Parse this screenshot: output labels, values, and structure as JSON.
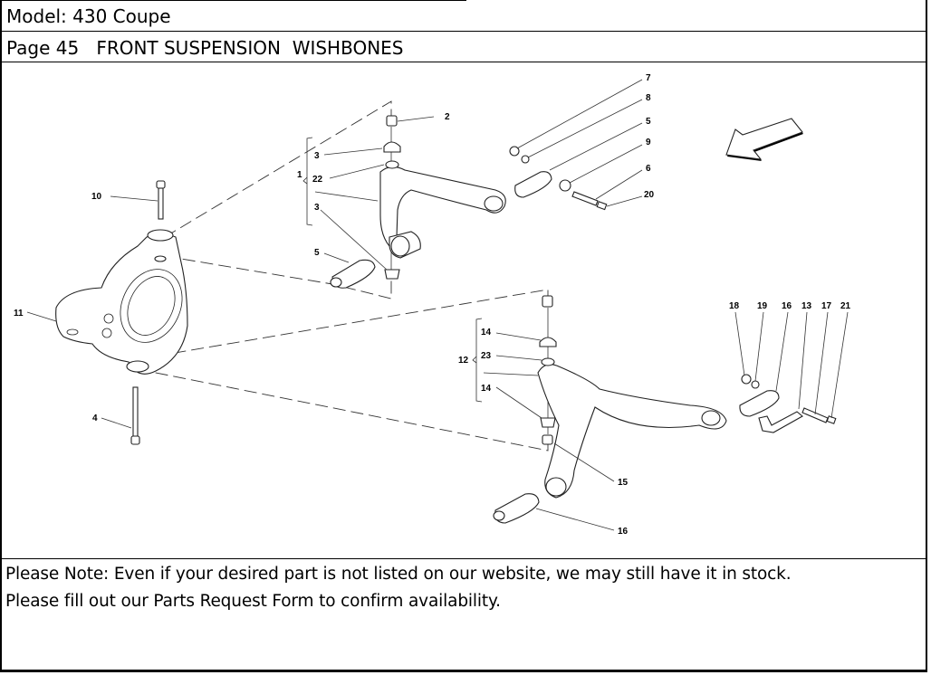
{
  "header": {
    "model": "Model: 430 Coupe",
    "page": "Page 45",
    "section": "FRONT SUSPENSION  WISHBONES"
  },
  "diagram": {
    "direction_arrow": "front-direction-arrow",
    "callouts": {
      "c1": "1",
      "c2": "2",
      "c3a": "3",
      "c3b": "3",
      "c4": "4",
      "c5a": "5",
      "c5b": "5",
      "c6": "6",
      "c7": "7",
      "c8": "8",
      "c9": "9",
      "c10": "10",
      "c11": "11",
      "c12": "12",
      "c13": "13",
      "c14a": "14",
      "c14b": "14",
      "c15": "15",
      "c16a": "16",
      "c16b": "16",
      "c17": "17",
      "c18": "18",
      "c19": "19",
      "c20": "20",
      "c21": "21",
      "c22": "22",
      "c23": "23"
    }
  },
  "note": {
    "line1": "Please Note: Even if your desired part is not listed on our website, we may still have it in stock.",
    "line2": "Please fill out our Parts Request Form to confirm availability."
  }
}
